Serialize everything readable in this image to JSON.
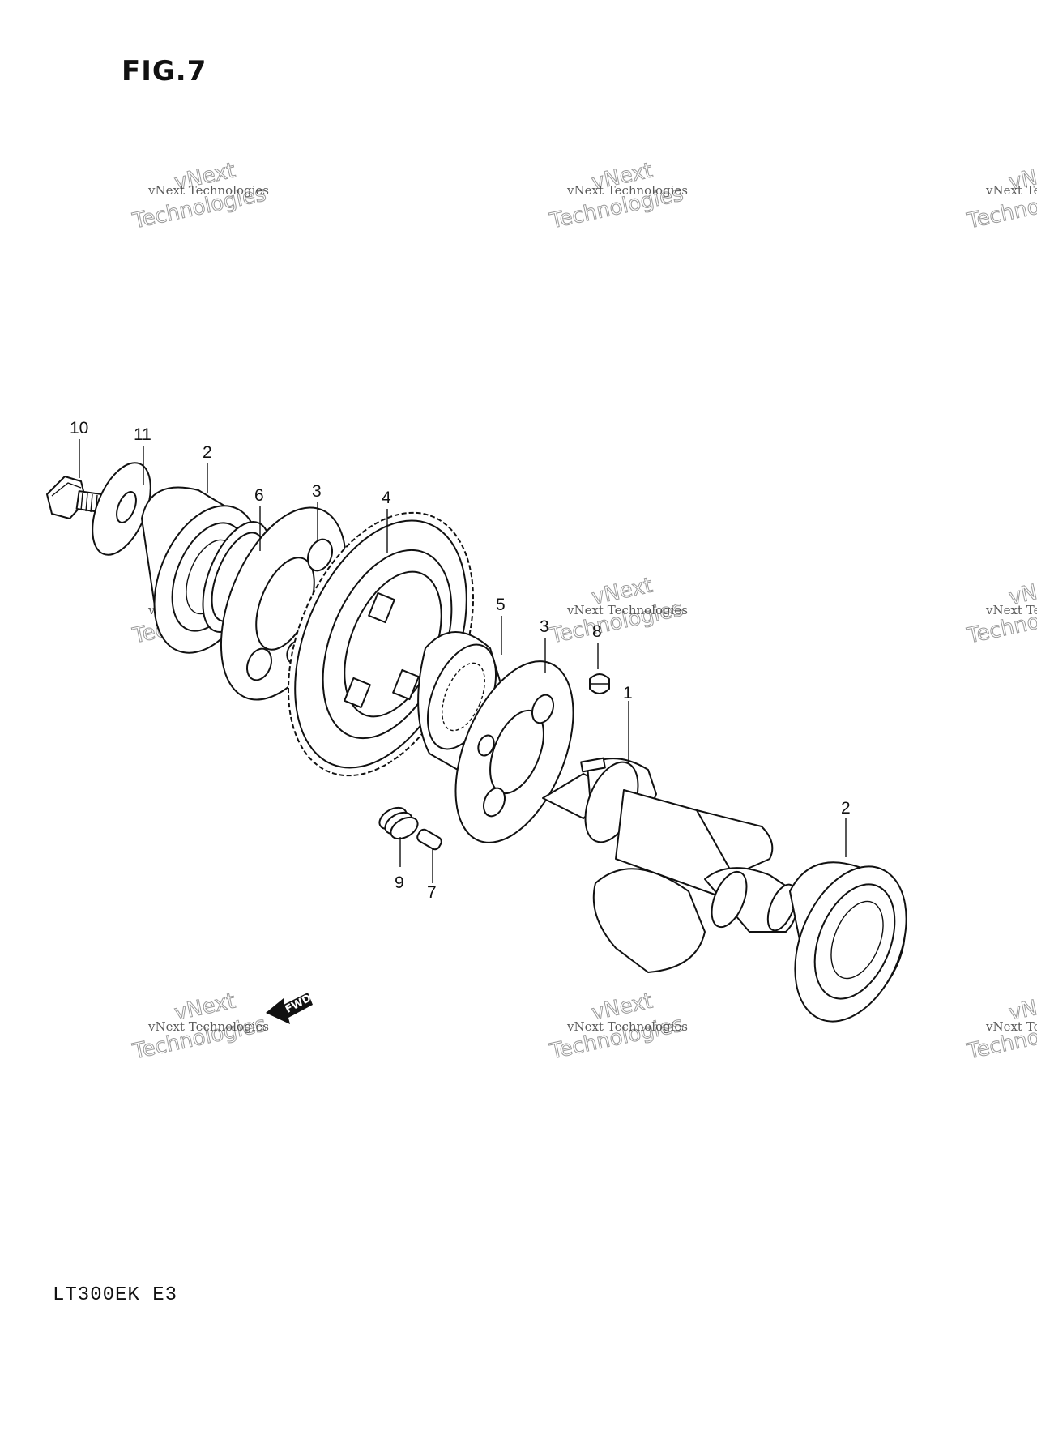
{
  "figure": {
    "title": "FIG.7",
    "model": "LT300EK  E3"
  },
  "watermark": {
    "small": "vNext Technologies",
    "large_top": "vNext",
    "large_bottom": "Technologies"
  },
  "fwd_arrow": {
    "label": "FWD"
  },
  "callouts": {
    "p10": "10",
    "p11": "11",
    "p2a": "2",
    "p6": "6",
    "p3a": "3",
    "p4": "4",
    "p5": "5",
    "p3b": "3",
    "p8": "8",
    "p1": "1",
    "p2b": "2",
    "p9": "9",
    "p7": "7"
  }
}
